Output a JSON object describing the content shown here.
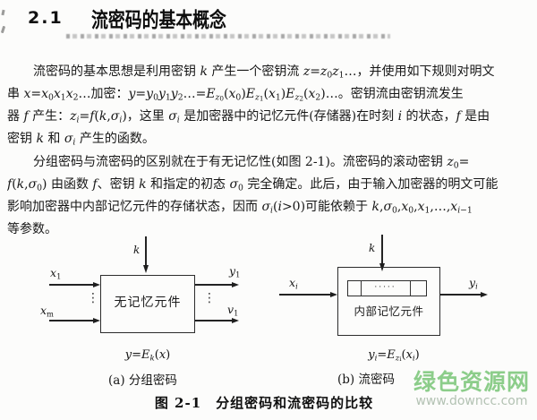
{
  "page": {
    "section_number": "2.1",
    "section_title": "流密码的基本概念",
    "body": {
      "p1": [
        "流密码的基本思想是利用密钥 *k* 产生一个密钥流 *z*=*z*~0~*z*~1~…，并使用如下规则对明文",
        "串 *x*=*x*~0~*x*~1~*x*~2~…加密：*y*=*y*~0~*y*~1~*y*~2~…=*E*~*z*^0^~(*x*~0~)*E*~*z*^1^~(*x*~1~)*E*~*z*^2^~(*x*~2~)…。密钥流由密钥流发生",
        "器 *f* 产生：*z*~*i*~=*f*(*k*,*σ*~*i*~)，这里 *σ*~*i*~ 是加密器中的记忆元件(存储器)在时刻 *i* 的状态，*f* 是由",
        "密钥 *k* 和 *σ*~*i*~ 产生的函数。"
      ],
      "p2": [
        "分组密码与流密码的区别就在于有无记忆性(如图 2-1)。流密码的滚动密钥 *z*~0~=",
        "*f*(*k*,*σ*~0~) 由函数 *f*、密钥 *k* 和指定的初态 *σ*~0~ 完全确定。此后，由于输入加密器的明文可能",
        "影响加密器中内部记忆元件的存储状态，因而 *σ*~*i*~(*i*>0)可能依赖于 *k*,*σ*~0~,*x*~0~,*x*~1~,…,*x*~*i*−1~",
        "等参数。"
      ]
    }
  },
  "figure": {
    "block": {
      "key_label": "*k*",
      "box_label": "无记忆元件",
      "input_top": "*x*~1~",
      "input_bottom": "*x*~m~",
      "output_top": "*y*~1~",
      "output_bottom": "*v*~1~",
      "vdots": "⋮",
      "formula": "*y*=*E*~*k*~(*x*)",
      "caption": "(a) 分组密码"
    },
    "stream": {
      "key_label": "*k*",
      "box_label": "内部记忆元件",
      "register_dots": "·····",
      "input": "*x*~*i*~",
      "output": "*y*~*i*~",
      "formula": "*y*~*i*~=*E*~*z*^i^~(*x*~*i*~)",
      "caption": "(b) 流密码"
    },
    "caption": "图 2-1　分组密码和流密码的比较"
  },
  "watermark": {
    "site_name": "绿色资源网",
    "site_url": "www.downcc.com",
    "name_color": "#8ccd8a",
    "url_color": "#b3c2b3"
  }
}
